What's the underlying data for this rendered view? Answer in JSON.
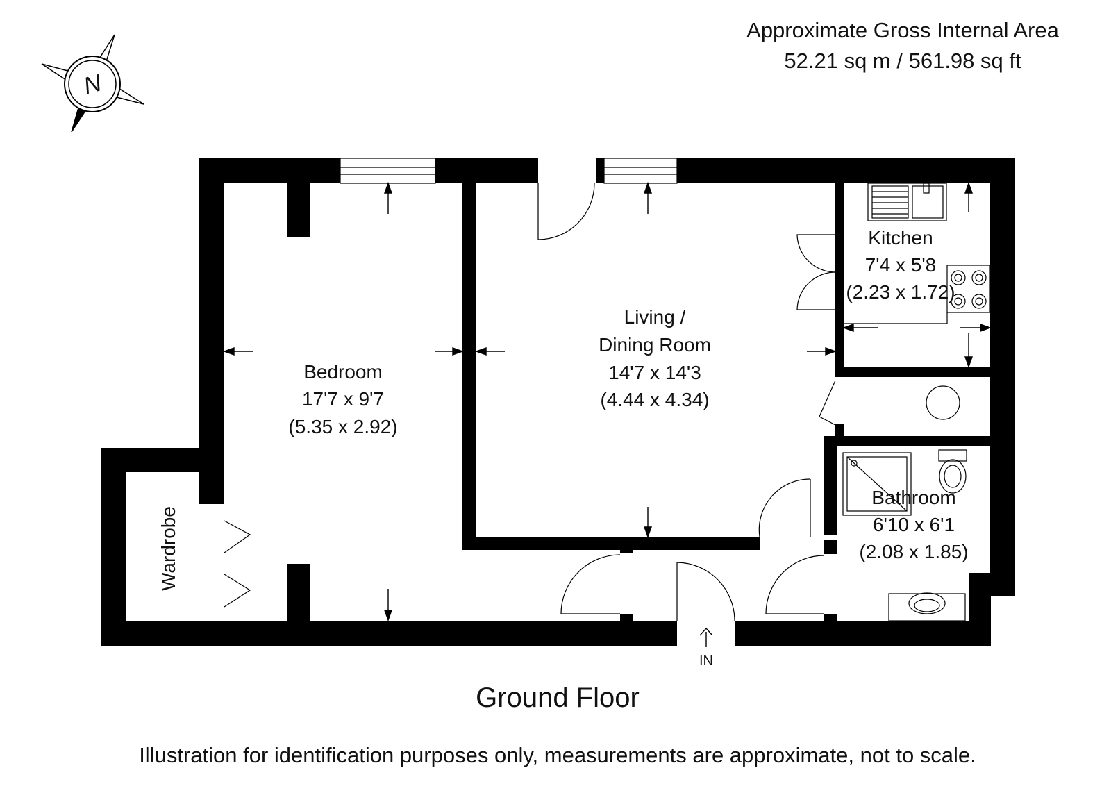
{
  "header": {
    "area_title": "Approximate Gross Internal Area",
    "area_value": "52.21 sq m / 561.98 sq ft"
  },
  "compass": {
    "label": "N",
    "icon": "compass-north-icon"
  },
  "rooms": {
    "bedroom": {
      "name": "Bedroom",
      "imperial": "17'7 x 9'7",
      "metric": "(5.35 x 2.92)"
    },
    "living": {
      "name_line1": "Living /",
      "name_line2": "Dining Room",
      "imperial": "14'7 x 14'3",
      "metric": "(4.44 x 4.34)"
    },
    "kitchen": {
      "name": "Kitchen",
      "imperial": "7'4 x 5'8",
      "metric": "(2.23 x 1.72)"
    },
    "bathroom": {
      "name": "Bathroom",
      "imperial": "6'10 x 6'1",
      "metric": "(2.08 x 1.85)"
    },
    "wardrobe": {
      "name": "Wardrobe"
    }
  },
  "entrance": {
    "label": "IN"
  },
  "floor_label": "Ground Floor",
  "disclaimer": "Illustration for identification purposes only, measurements are approximate, not to scale.",
  "colors": {
    "wall": "#000000",
    "background": "#ffffff",
    "text": "#111111"
  }
}
